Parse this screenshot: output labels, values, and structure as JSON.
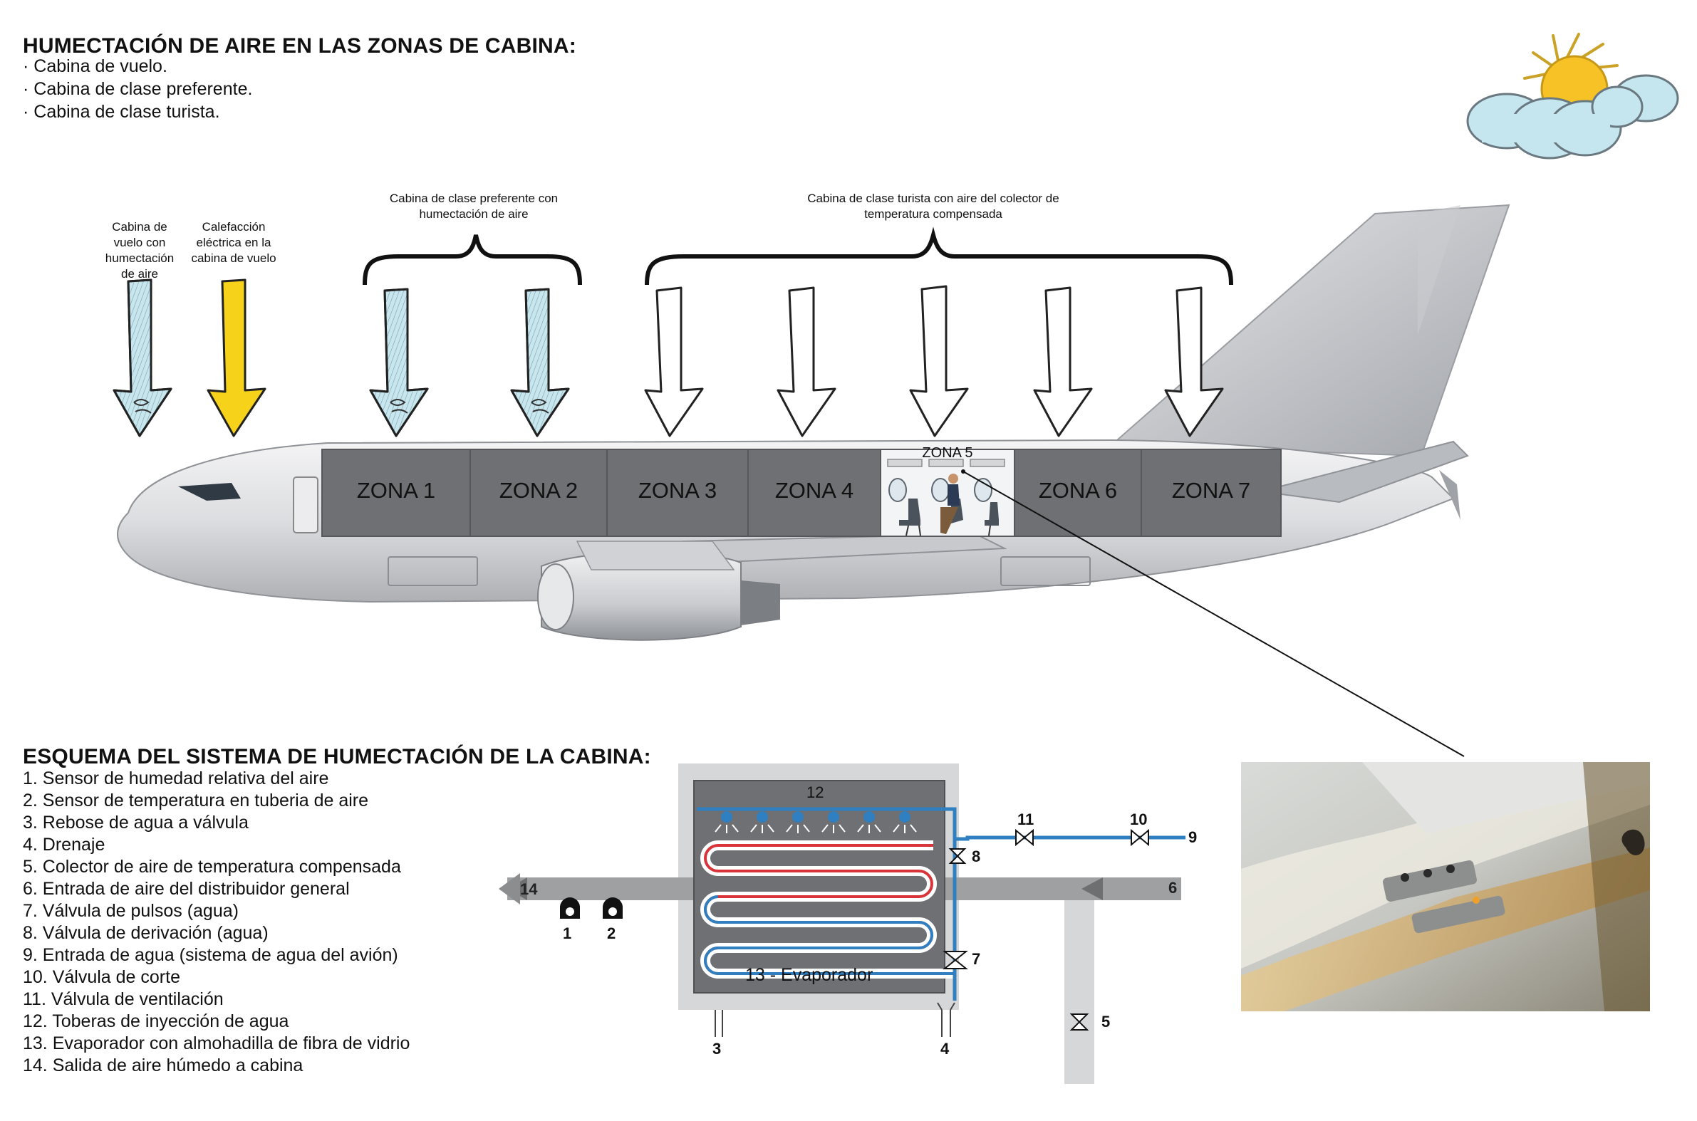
{
  "header": {
    "title": "HUMECTACIÓN DE AIRE EN LAS ZONAS DE CABINA:",
    "items": [
      "· Cabina de vuelo.",
      "· Cabina de clase preferente.",
      "· Cabina de clase turista."
    ]
  },
  "labels": {
    "flight_deck_humid": "Cabina de vuelo con humectación de aire",
    "flight_deck_heating": "Calefacción eléctrica en la cabina de vuelo",
    "business": "Cabina de clase preferente con humectación de aire",
    "economy": "Cabina de clase turista con aire del colector de temperatura compensada"
  },
  "zones": [
    "ZONA 1",
    "ZONA 2",
    "ZONA 3",
    "ZONA 4",
    "ZONA 5",
    "ZONA 6",
    "ZONA 7"
  ],
  "schema": {
    "title": "ESQUEMA DEL SISTEMA DE HUMECTACIÓN DE LA CABINA:",
    "legend": [
      "1. Sensor de humedad relativa del aire",
      "2. Sensor de temperatura en tuberia de aire",
      "3. Rebose de agua a válvula",
      "4. Drenaje",
      "5. Colector de aire de temperatura compensada",
      "6. Entrada de aire del distribuidor general",
      "7. Válvula de pulsos (agua)",
      "8. Válvula de derivación (agua)",
      "9. Entrada de agua (sistema de agua del avión)",
      "10. Válvula de corte",
      "11. Válvula de ventilación",
      "12. Toberas de inyección de agua",
      "13. Evaporador con almohadilla de fibra de vidrio",
      "14. Salida de aire húmedo a cabina"
    ],
    "evaporator_label": "13 - Evaporador",
    "numbers": [
      "1",
      "2",
      "3",
      "4",
      "5",
      "6",
      "7",
      "8",
      "9",
      "10",
      "11",
      "12",
      "14"
    ]
  },
  "colors": {
    "humid": "#c8e6ee",
    "heating": "#f7d21a",
    "zone_box": "#6e7073",
    "pipe_blue": "#2f7fc1",
    "coil_red": "#d8343a"
  }
}
